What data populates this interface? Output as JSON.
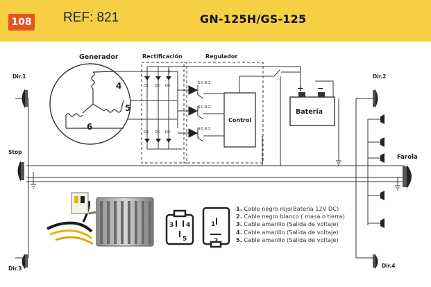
{
  "header": {
    "page_number": "108",
    "ref": "REF: 821",
    "model": "GN-125H/GS-125"
  },
  "labels": {
    "generador": "Generador",
    "rectificacion": "Rectificación",
    "regulador": "Regulador",
    "coil_4": "4",
    "coil_5": "5",
    "coil_6": "6",
    "d1": "D1",
    "d2": "D2",
    "d3": "D3",
    "d4": "D4",
    "d5": "D5",
    "d6": "D6",
    "scr1": "S.C.R.1",
    "scr2": "S.C.R.2",
    "scr3": "S.C.R.3",
    "control": "Control",
    "plus": "+",
    "bateria": "Batería",
    "bat_plus": "+",
    "bat_minus": "−",
    "dir1": "Dir.1",
    "dir2": "Dir.2",
    "dir3": "Dir.3",
    "dir4": "Dir.4",
    "stop": "Stop",
    "farola": "Farola",
    "conn_3": "3",
    "conn_4": "4",
    "conn_5": "5",
    "conn_1": "1",
    "conn_2": "2"
  },
  "legend": [
    {
      "num": "1.",
      "text": "Cable negro rojo(Batería 12V DC)"
    },
    {
      "num": "2.",
      "text": "Cable negro blanco ( masa o tierra)"
    },
    {
      "num": "3.",
      "text": "Cable amarillo (Salida de voltaje)"
    },
    {
      "num": "4.",
      "text": "Cable amarillo (Salida de voltaje)"
    },
    {
      "num": "5.",
      "text": "Cable amarillo (Salida de voltaje)"
    }
  ]
}
